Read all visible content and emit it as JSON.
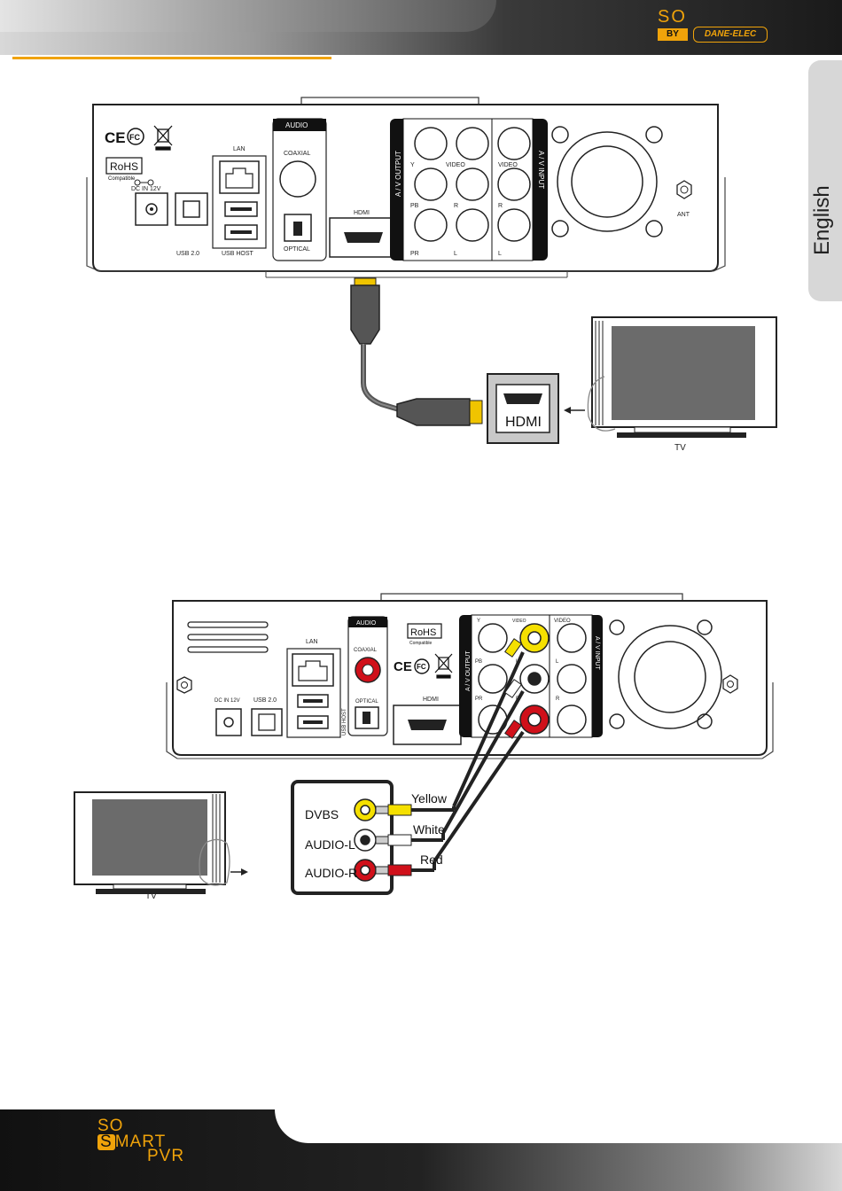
{
  "header": {
    "brand_so": "SO",
    "brand_by": "BY",
    "brand_dane": "DANE-ELEC"
  },
  "side_tab": {
    "language": "English"
  },
  "diagram1": {
    "panel_labels": {
      "ce": "CE",
      "fc": "FC",
      "rohs": "RoHS",
      "rohs_sub": "Compatible",
      "dc_in": "DC IN 12V",
      "usb20": "USB 2.0",
      "usb_host": "USB HOST",
      "lan": "LAN",
      "audio": "AUDIO",
      "coaxial": "COAXIAL",
      "optical": "OPTICAL",
      "hdmi_port": "HDMI",
      "av_output": "A / V OUTPUT",
      "av_input": "A / V INPUT",
      "y": "Y",
      "video": "VIDEO",
      "video_in": "VIDEO",
      "pb": "PB",
      "r": "R",
      "r_in": "R",
      "pr": "PR",
      "l": "L",
      "l_in": "L",
      "ant": "ANT"
    },
    "hdmi_box": "HDMI",
    "tv_label": "TV"
  },
  "diagram2": {
    "panel_labels": {
      "lan": "LAN",
      "audio": "AUDIO",
      "coaxial": "COAXIAL",
      "optical": "OPTICAL",
      "hdmi_port": "HDMI",
      "dc_in": "DC IN 12V",
      "usb20": "USB 2.0",
      "usb_host": "USB HOST",
      "rohs": "RoHS",
      "rohs_sub": "Compatible",
      "av_output": "A / V OUTPUT",
      "av_input": "A / V INPUT",
      "y": "Y",
      "video": "VIDEO",
      "video_in": "VIDEO",
      "pb": "PB",
      "l": "L",
      "l_in": "L",
      "pr": "PR",
      "r": "R",
      "r_in": "R"
    },
    "inputs": [
      {
        "label": "DVBS",
        "cable": "Yellow"
      },
      {
        "label": "AUDIO-L",
        "cable": "White"
      },
      {
        "label": "AUDIO-R",
        "cable": "Red"
      }
    ],
    "tv_label": "TV"
  },
  "footer": {
    "so": "SO",
    "s": "S",
    "mart": "MART",
    "pvr": "PVR"
  },
  "colors": {
    "accent": "#f0a30a",
    "yellow": "#f5e000",
    "red": "#d0101a",
    "white": "#ffffff"
  }
}
